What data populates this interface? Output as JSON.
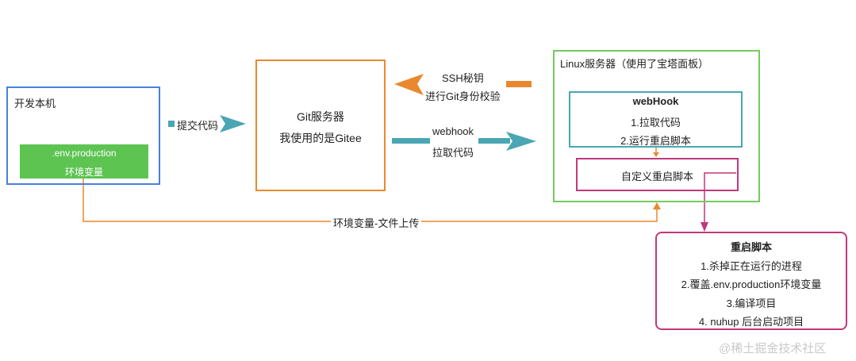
{
  "dev_machine": {
    "title": "开发本机",
    "env_file": ".env.production",
    "env_vars": "环境变量"
  },
  "git_server": {
    "line1": "Git服务器",
    "line2": "我使用的是Gitee"
  },
  "linux_server": {
    "title": "Linux服务器（使用了宝塔面板）",
    "webhook_box": {
      "title": "webHook",
      "step1": "1.拉取代码",
      "step2": "2.运行重启脚本"
    },
    "custom_script": "自定义重启脚本"
  },
  "restart_script": {
    "title": "重启脚本",
    "step1": "1.杀掉正在运行的进程",
    "step2": "2.覆盖.env.production环境变量",
    "step3": "3.编译项目",
    "step4": "4. nuhup 后台启动项目"
  },
  "edges": {
    "commit": "提交代码",
    "ssh_line1": "SSH秘钥",
    "ssh_line2": "进行Git身份校验",
    "webhook_line1": "webhook",
    "webhook_line2": "拉取代码",
    "env_upload": "环境变量-文件上传"
  },
  "watermark": "@稀土掘金技术社区",
  "colors": {
    "blue": "#4a7fe0",
    "orange": "#e8892f",
    "green_border": "#74cc5c",
    "green_fill": "#5dc452",
    "teal": "#4aa6b4",
    "magenta": "#c2377b"
  }
}
